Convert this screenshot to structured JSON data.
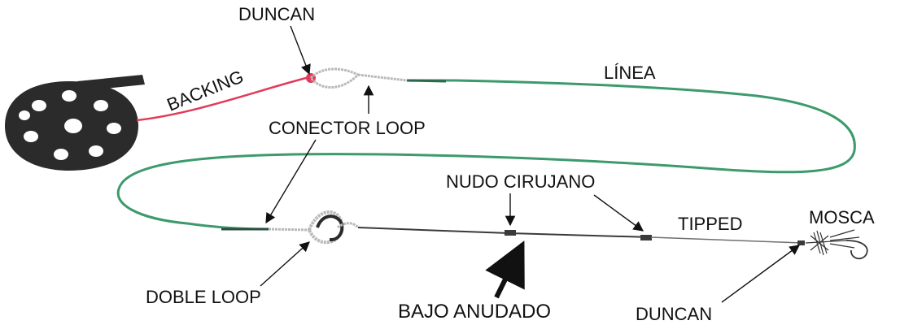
{
  "labels": {
    "duncan_top": "DUNCAN",
    "backing": "BACKING",
    "linea": "LÍNEA",
    "conector_loop": "CONECTOR LOOP",
    "nudo_cirujano": "NUDO CIRUJANO",
    "tipped": "TIPPED",
    "mosca": "MOSCA",
    "doble_loop": "DOBLE LOOP",
    "bajo_anudado": "BAJO ANUDADO",
    "duncan_bottom": "DUNCAN"
  },
  "colors": {
    "reel": "#2b2b2b",
    "reel_holes": "#ffffff",
    "backing": "#e23a5a",
    "line": "#3d9a6c",
    "leader": "#3a3a3a",
    "tippet": "#6f6f6f",
    "loop": "#b9b9b9",
    "arrow": "#111111"
  },
  "icons": [
    "fly-reel-icon",
    "fly-icon",
    "hook-icon"
  ]
}
